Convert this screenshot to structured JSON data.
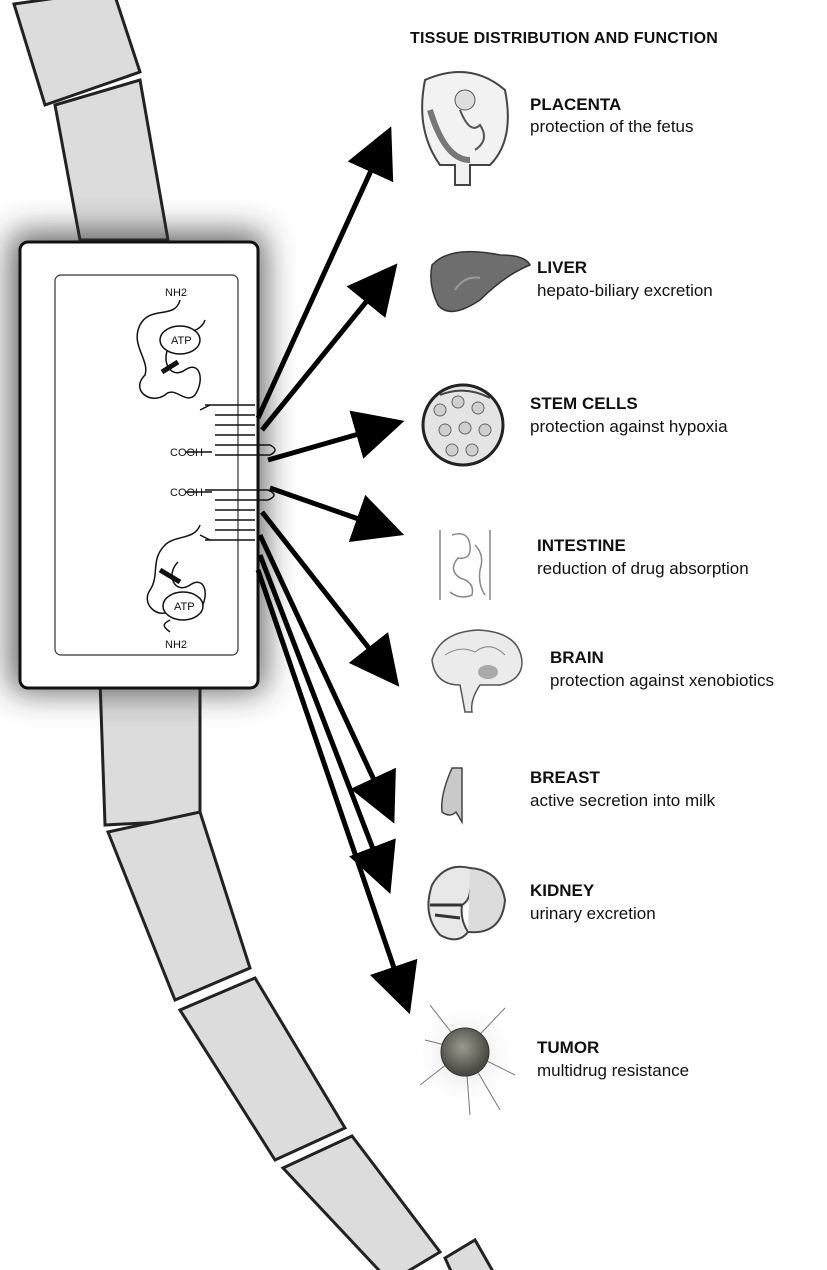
{
  "heading": "TISSUE DISTRIBUTION AND FUNCTION",
  "protein": {
    "nh2_top": "NH2",
    "atp_top": "ATP",
    "cooh_top": "COOH",
    "cooh_bottom": "COOH",
    "atp_bottom": "ATP",
    "nh2_bottom": "NH2"
  },
  "tissues": [
    {
      "name": "PLACENTA",
      "function": "protection of the fetus",
      "icon": "placenta-icon"
    },
    {
      "name": "LIVER",
      "function": "hepato-biliary excretion",
      "icon": "liver-icon"
    },
    {
      "name": "STEM CELLS",
      "function": "protection against hypoxia",
      "icon": "stem-cells-icon"
    },
    {
      "name": "INTESTINE",
      "function": "reduction of drug absorption",
      "icon": "intestine-icon"
    },
    {
      "name": "BRAIN",
      "function": "protection against xenobiotics",
      "icon": "brain-icon"
    },
    {
      "name": "BREAST",
      "function": "active secretion into milk",
      "icon": "breast-icon"
    },
    {
      "name": "KIDNEY",
      "function": "urinary excretion",
      "icon": "kidney-icon"
    },
    {
      "name": "TUMOR",
      "function": "multidrug resistance",
      "icon": "tumor-icon"
    }
  ]
}
